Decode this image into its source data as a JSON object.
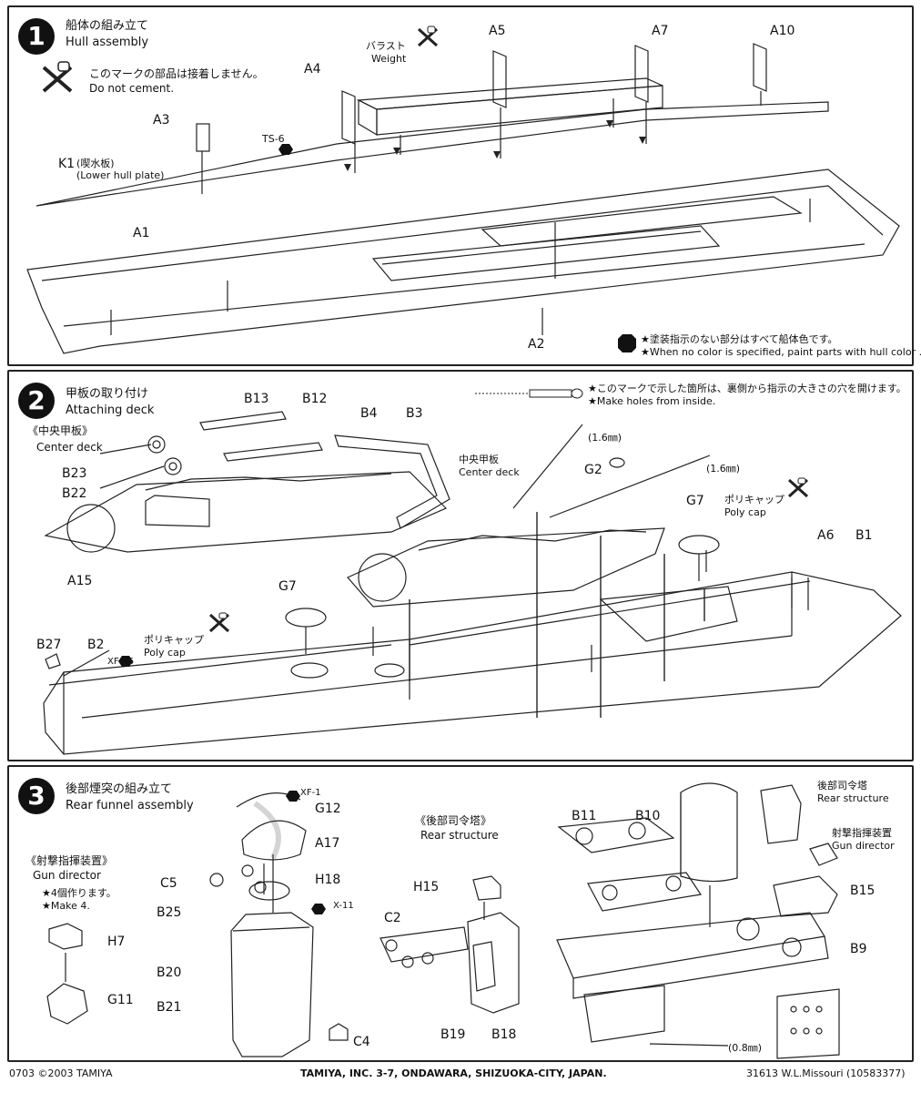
{
  "step1": {
    "num": "1",
    "title_jp": "船体の組み立て",
    "title_en": "Hull assembly",
    "nocement_jp": "このマークの部品は接着しません。",
    "nocement_en": "Do not cement.",
    "ballast_jp": "バラスト",
    "ballast_en": "Weight",
    "k1": "K1",
    "k1_jp": "(喫水板)",
    "k1_en": "(Lower hull plate)",
    "parts": [
      "A3",
      "A4",
      "A5",
      "A7",
      "A10",
      "A1",
      "A2",
      "TS-6"
    ],
    "note_jp": "★塗装指示のない部分はすべて船体色です。",
    "note_en": "★When no color is specified, paint parts with hull color ."
  },
  "step2": {
    "num": "2",
    "title_jp": "甲板の取り付け",
    "title_en": "Attaching deck",
    "center_jp": "《中央甲板》",
    "center_en": "Center deck",
    "center2_jp": "中央甲板",
    "center2_en": "Center deck",
    "hole_jp": "★このマークで示した箇所は、裏側から指示の大きさの穴を開けます。",
    "hole_en": "★Make holes from inside.",
    "polycap_jp": "ポリキャップ",
    "polycap_en": "Poly cap",
    "mm1": "(1.6㎜)",
    "mm2": "(1.6㎜)",
    "parts": [
      "B13",
      "B12",
      "B4",
      "B3",
      "B23",
      "B22",
      "A15",
      "G2",
      "G7",
      "G7",
      "A6",
      "B1",
      "B27",
      "B2",
      "XF-56"
    ]
  },
  "step3": {
    "num": "3",
    "title_jp": "後部煙突の組み立て",
    "title_en": "Rear funnel assembly",
    "gun_jp": "《射撃指揮装置》",
    "gun_en": "Gun director",
    "make4_jp": "★4個作ります。",
    "make4_en": "★Make 4.",
    "rear_jp": "《後部司令塔》",
    "rear_en": "Rear structure",
    "rear2_jp": "後部司令塔",
    "rear2_en": "Rear structure",
    "gun2_jp": "射撃指揮装置",
    "gun2_en": "Gun director",
    "mm": "(0.8㎜)",
    "parts": [
      "H7",
      "G11",
      "C5",
      "B25",
      "B20",
      "B21",
      "XF-1",
      "G12",
      "A17",
      "H18",
      "X-11",
      "C4",
      "H15",
      "C2",
      "B19",
      "B18",
      "B11",
      "B10",
      "B15",
      "B9"
    ]
  },
  "footer": {
    "left": "0703 ©2003 TAMIYA",
    "center": "TAMIYA, INC.  3-7, ONDAWARA, SHIZUOKA-CITY, JAPAN.",
    "right": "31613  W.L.Missouri (10583377)"
  }
}
